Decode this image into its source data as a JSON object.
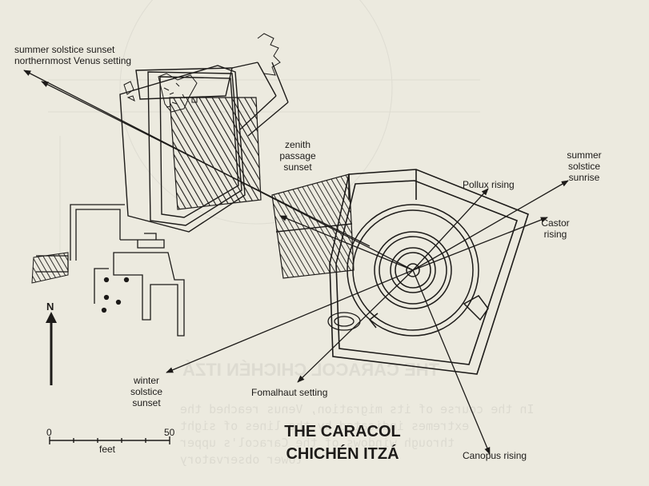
{
  "labels": {
    "summer_sunset": "summer solstice sunset\nnorthernmost Venus setting",
    "zenith": "zenith\npassage\nsunset",
    "pollux": "Pollux rising",
    "summer_sunrise": "summer\nsolstice\nsunrise",
    "castor": "Castor\nrising",
    "winter_sunset": "winter\nsolstice\nsunset",
    "fomalhaut": "Fomalhaut setting",
    "canopus": "Canopus rising"
  },
  "title": {
    "line1": "THE CARACOL",
    "line2": "CHICHÉN ITZÁ"
  },
  "north": "N",
  "scale": {
    "zero": "0",
    "fifty": "50",
    "unit": "feet"
  },
  "colors": {
    "paper": "#eceadf",
    "ink": "#1d1b19",
    "ghost": "#8d8b86"
  }
}
